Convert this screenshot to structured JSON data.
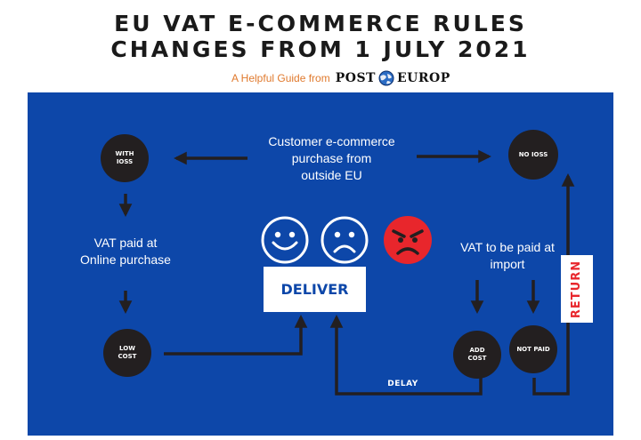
{
  "header": {
    "title_line1": "EU VAT E-COMMERCE RULES",
    "title_line2": "CHANGES FROM 1 JULY 2021",
    "subtitle": "A Helpful Guide from",
    "brand_left": "POST",
    "brand_right": "EUROP"
  },
  "diagram": {
    "center_text": "Customer e-commerce purchase from outside EU",
    "center_line1": "Customer e-commerce",
    "center_line2": "purchase from",
    "center_line3": "outside EU",
    "with_ioss": {
      "line1": "WITH",
      "line2": "IOSS"
    },
    "no_ioss": "NO IOSS",
    "vat_paid_line1": "VAT paid at",
    "vat_paid_line2": "Online purchase",
    "vat_import_line1": "VAT to be paid at",
    "vat_import_line2": "import",
    "low_cost": {
      "line1": "LOW",
      "line2": "COST"
    },
    "add_cost": {
      "line1": "ADD",
      "line2": "COST"
    },
    "not_paid": "NOT PAID",
    "deliver": "DELIVER",
    "return": "RETURN",
    "delay": "DELAY"
  },
  "icons": {
    "happy": "smiling-face-icon",
    "sad": "sad-face-icon",
    "angry": "angry-face-icon"
  },
  "colors": {
    "panel": "#0d47a9",
    "node": "#231f20",
    "angry": "#e8262c",
    "subtitle": "#e07a2e"
  }
}
